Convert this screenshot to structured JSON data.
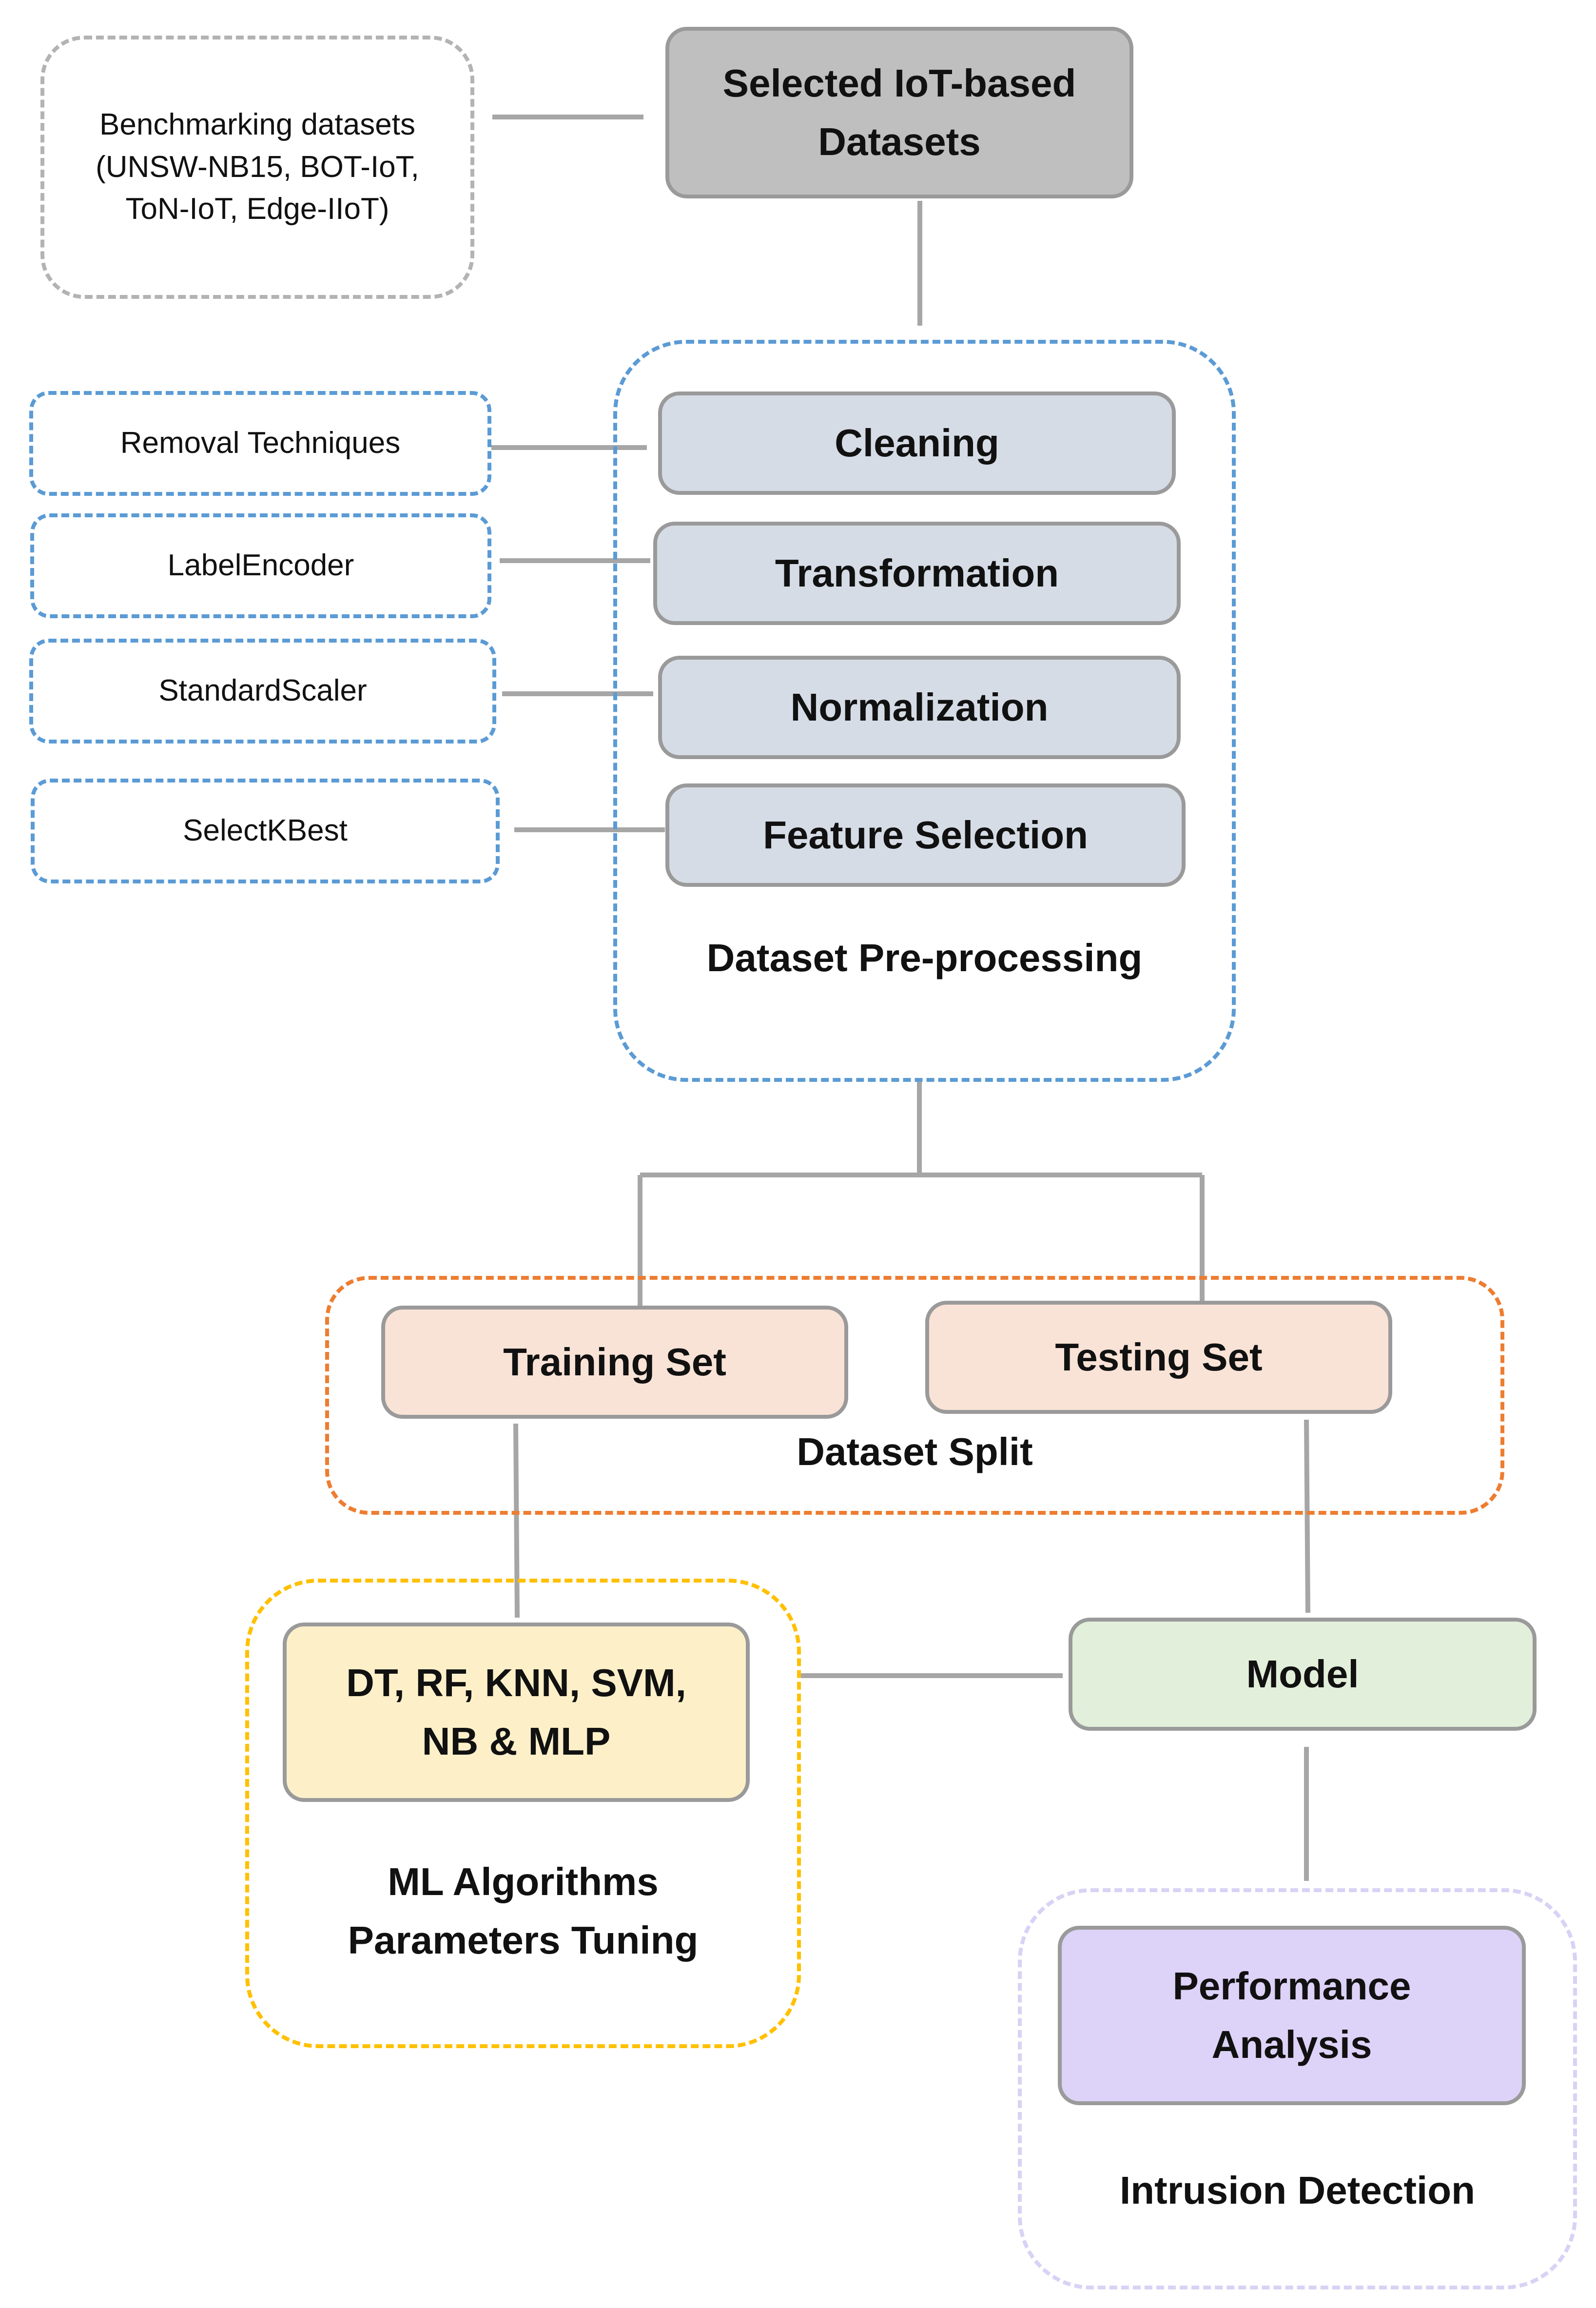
{
  "inputs": {
    "benchmark": "Benchmarking datasets\n(UNSW-NB15, BOT-IoT,\nToN-IoT, Edge-IIoT)",
    "removal": "Removal Techniques",
    "label_encoder": "LabelEncoder",
    "standard_scaler": "StandardScaler",
    "select_kbest": "SelectKBest"
  },
  "datasets": {
    "selected": "Selected IoT-based\nDatasets"
  },
  "preprocessing": {
    "steps": [
      "Cleaning",
      "Transformation",
      "Normalization",
      "Feature Selection"
    ],
    "caption": "Dataset Pre-processing"
  },
  "split": {
    "training": "Training Set",
    "testing": "Testing Set",
    "caption": "Dataset Split"
  },
  "ml": {
    "algorithms": "DT, RF, KNN, SVM,\nNB & MLP",
    "caption": "ML Algorithms\nParameters Tuning"
  },
  "model": {
    "label": "Model"
  },
  "evaluation": {
    "performance": "Performance\nAnalysis",
    "caption": "Intrusion Detection"
  },
  "colors": {
    "arrow": "#a6a6a6",
    "grey_dash": "#b3b3b3",
    "blue_dash": "#5b9bd5",
    "orange_dash": "#ed7d31",
    "yellow_dash": "#ffc000",
    "lavender_dash": "#d9d2f5",
    "selected_fill": "#bfbfbf",
    "preprocessing_fill": "#d6dce5",
    "split_fill": "#f9e3d6",
    "ml_fill": "#fdf0c9",
    "model_fill": "#e2efda",
    "performance_fill": "#ddd2f7"
  }
}
